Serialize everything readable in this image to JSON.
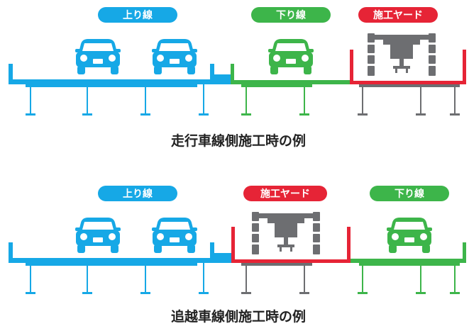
{
  "colors": {
    "blue": "#16a8e6",
    "green": "#3db54a",
    "red": "#e62436",
    "gray": "#6d6e71",
    "text": "#222222"
  },
  "diagram1": {
    "labels": {
      "up": "上り線",
      "down": "下り線",
      "work": "施工ヤード"
    },
    "caption": "走行車線側施工時の例"
  },
  "diagram2": {
    "labels": {
      "up": "上り線",
      "work": "施工ヤード",
      "down": "下り線"
    },
    "caption": "追越車線側施工時の例"
  }
}
